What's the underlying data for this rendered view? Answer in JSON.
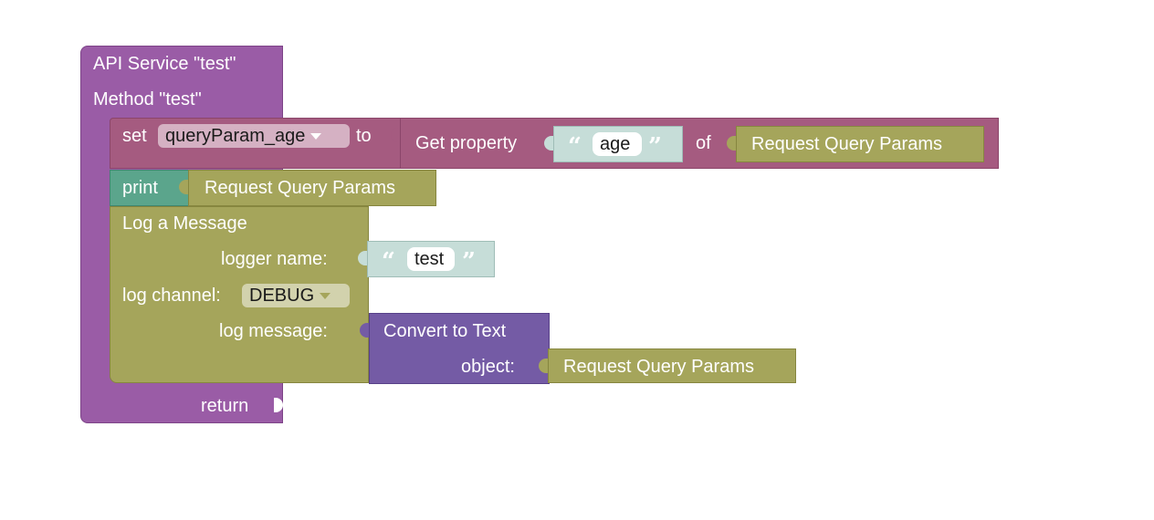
{
  "colors": {
    "procedure": "#9a5ca6",
    "procedure_dark": "#7d4388",
    "variable": "#a55b80",
    "variable_dark": "#8b456a",
    "print": "#5ba58c",
    "print_dark": "#3f8670",
    "json": "#a5a55b",
    "json_dark": "#86863f",
    "text": "#c6ddd8",
    "text_dark": "#9fbdb7",
    "convert": "#745ba5",
    "convert_dark": "#584189",
    "field_var_bg": "#d5b1c3",
    "field_drop_bg": "#d2d2ad"
  },
  "service": {
    "title": "API Service \"test\"",
    "method": "Method \"test\"",
    "return_label": "return"
  },
  "set_block": {
    "set_label": "set",
    "variable": "queryParam_age",
    "to_label": "to",
    "get_property_label": "Get property",
    "property_text": "age",
    "of_label": "of",
    "source": "Request Query Params"
  },
  "print_block": {
    "label": "print",
    "value": "Request Query Params"
  },
  "log_block": {
    "title": "Log a Message",
    "logger_name_label": "logger name:",
    "logger_name_value": "test",
    "channel_label": "log channel:",
    "channel_value": "DEBUG",
    "message_label": "log message:"
  },
  "convert_block": {
    "title": "Convert to Text",
    "object_label": "object:",
    "object_value": "Request Query Params"
  },
  "quotes": {
    "open": "“",
    "close": "”"
  }
}
